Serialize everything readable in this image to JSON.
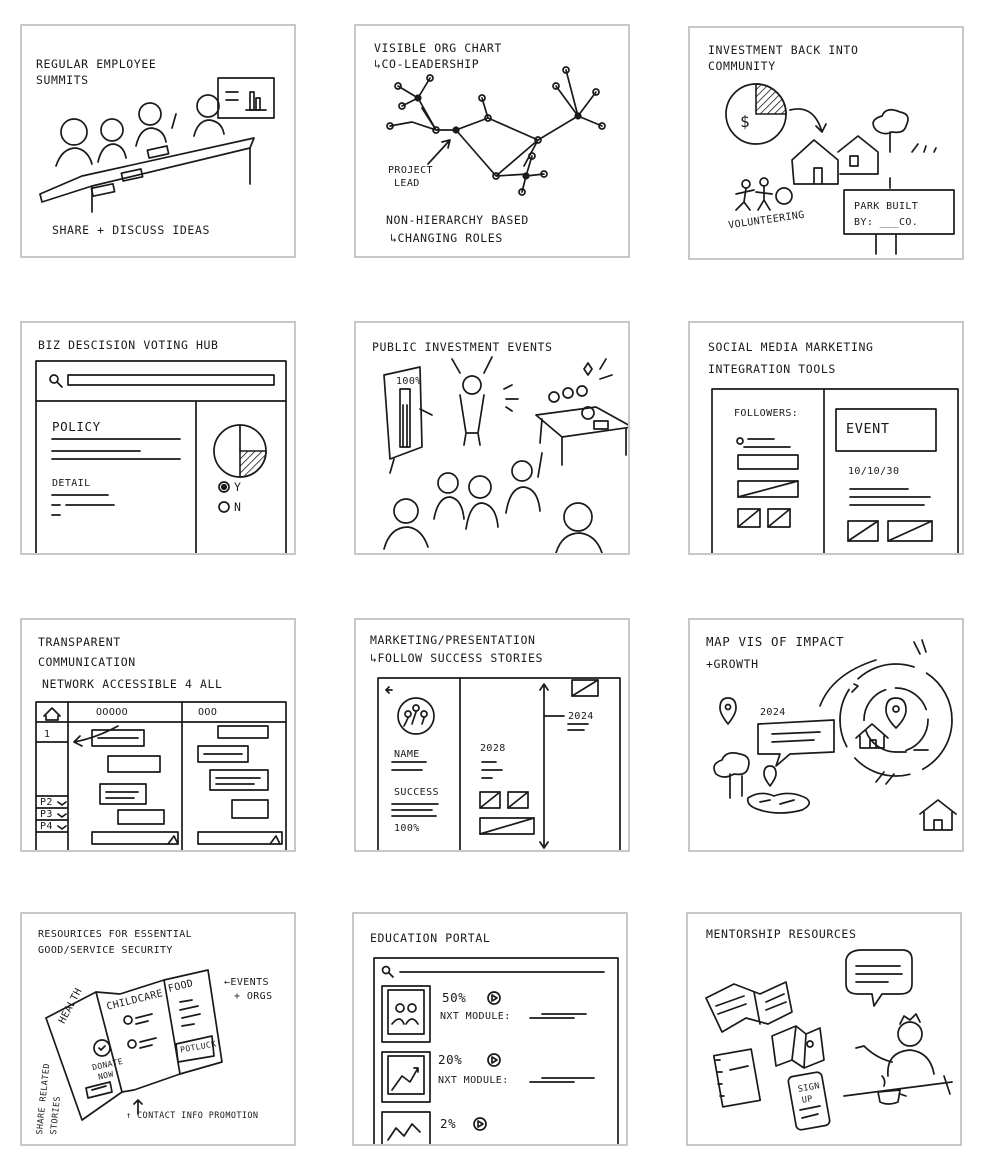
{
  "panels": [
    {
      "title_lines": [
        "Regular employee",
        "summits"
      ],
      "caption": "Share + discuss ideas"
    },
    {
      "title_lines": [
        "Visible org chart",
        "↳Co-leadership"
      ],
      "label": [
        "Project",
        "lead"
      ],
      "caption_lines": [
        "Non-hierarchy based",
        "↳Changing roles"
      ]
    },
    {
      "title_lines": [
        "Investment back into",
        "community"
      ],
      "symbol": "$",
      "volunteer_label": "Volunteering",
      "sign_lines": [
        "Park built",
        "by: ___co."
      ]
    },
    {
      "title": "Biz descision voting hub",
      "policy": "Policy",
      "detail": "Detail",
      "vote_yes": "Y",
      "vote_no": "N"
    },
    {
      "title": "Public investment events",
      "percent": "100%"
    },
    {
      "title_lines": [
        "Social media marketing",
        "integration tools"
      ],
      "followers": "Followers:",
      "event": "Event",
      "date": "10/10/30"
    },
    {
      "title_lines": [
        "Transparent",
        "communication",
        "network accessible 4 all"
      ],
      "row_labels": [
        "1",
        "P2",
        "P3",
        "P4"
      ],
      "circles_a": "OOOOO",
      "circles_b": "OOO"
    },
    {
      "title_lines": [
        "Marketing/presentation",
        "↳Follow success stories"
      ],
      "name": "Name",
      "success": "Success",
      "percent": "100%",
      "year_2028": "2028",
      "year_2024": "2024"
    },
    {
      "title_lines": [
        "Map vis of impact",
        "+Growth"
      ],
      "year": "2024"
    },
    {
      "title_lines": [
        "Resourices for essential",
        "good/service security"
      ],
      "events_note": [
        "←Events",
        "+ orgs"
      ],
      "sections": [
        "Health",
        "Childcare",
        "Food"
      ],
      "donate": [
        "Donate",
        "now"
      ],
      "potluck": "Potluck!",
      "side_note": [
        "Share related",
        "stories"
      ],
      "contact_note": "↑ Contact info promotion"
    },
    {
      "title": "Education portal",
      "modules": [
        {
          "percent": "50%",
          "next": "NXT Module:"
        },
        {
          "percent": "20%",
          "next": "NXT Module:"
        },
        {
          "percent": "2%"
        }
      ]
    },
    {
      "title": "Mentorship resources",
      "signup": [
        "Sign",
        "up"
      ]
    }
  ]
}
